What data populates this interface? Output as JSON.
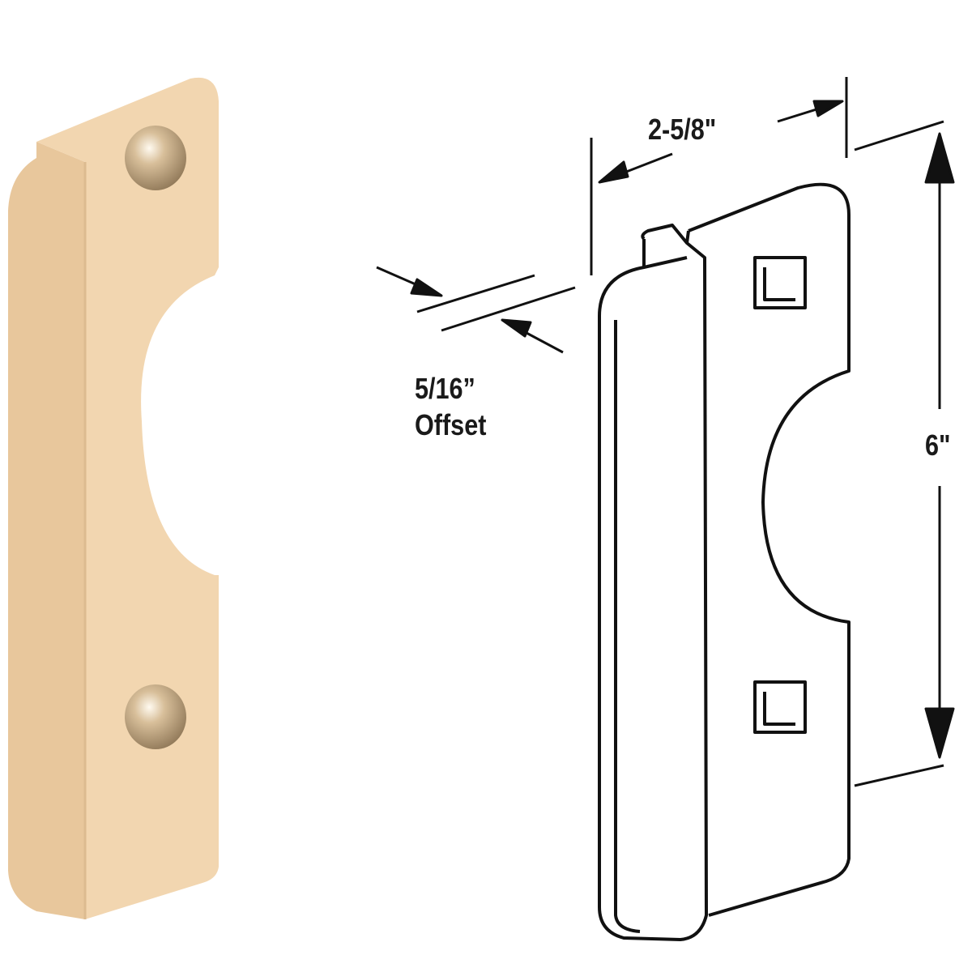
{
  "colors": {
    "plate_finish": "#f0d3ab",
    "line_art": "#111111"
  },
  "dimensions": {
    "width": "2-5/8\"",
    "height": "6\"",
    "offset_value": "5/16”",
    "offset_label": "Offset"
  }
}
